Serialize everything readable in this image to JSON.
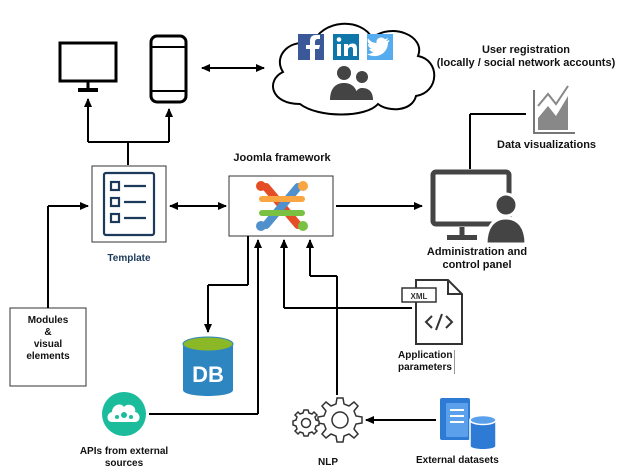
{
  "labels": {
    "user_registration_line1": "User registration",
    "user_registration_line2": "(locally / social network accounts)",
    "data_visualizations": "Data visualizations",
    "joomla_framework": "Joomla framework",
    "template": "Template",
    "admin_line1": "Administration and",
    "admin_line2": "control panel",
    "modules_line1": "Modules",
    "modules_line2": "&",
    "modules_line3": "visual",
    "modules_line4": "elements",
    "xml_tag": "XML",
    "db_tag": "DB",
    "app_params_line1": "Application",
    "app_params_line2": "parameters",
    "apis_line1": "APIs from external",
    "apis_line2": "sources",
    "nlp": "NLP",
    "external_datasets": "External datasets"
  },
  "social_icons": [
    "facebook-icon",
    "linkedin-icon",
    "twitter-icon"
  ],
  "colors": {
    "facebook": "#3b5998",
    "linkedin": "#0e76a8",
    "twitter": "#55acee",
    "db": "#2e86c1",
    "api": "#1abc9c",
    "dataset": "#2e7bd6",
    "joomla_red": "#e44d26",
    "joomla_orange": "#f9a541",
    "joomla_green": "#7ac143",
    "joomla_blue": "#5091cd"
  }
}
